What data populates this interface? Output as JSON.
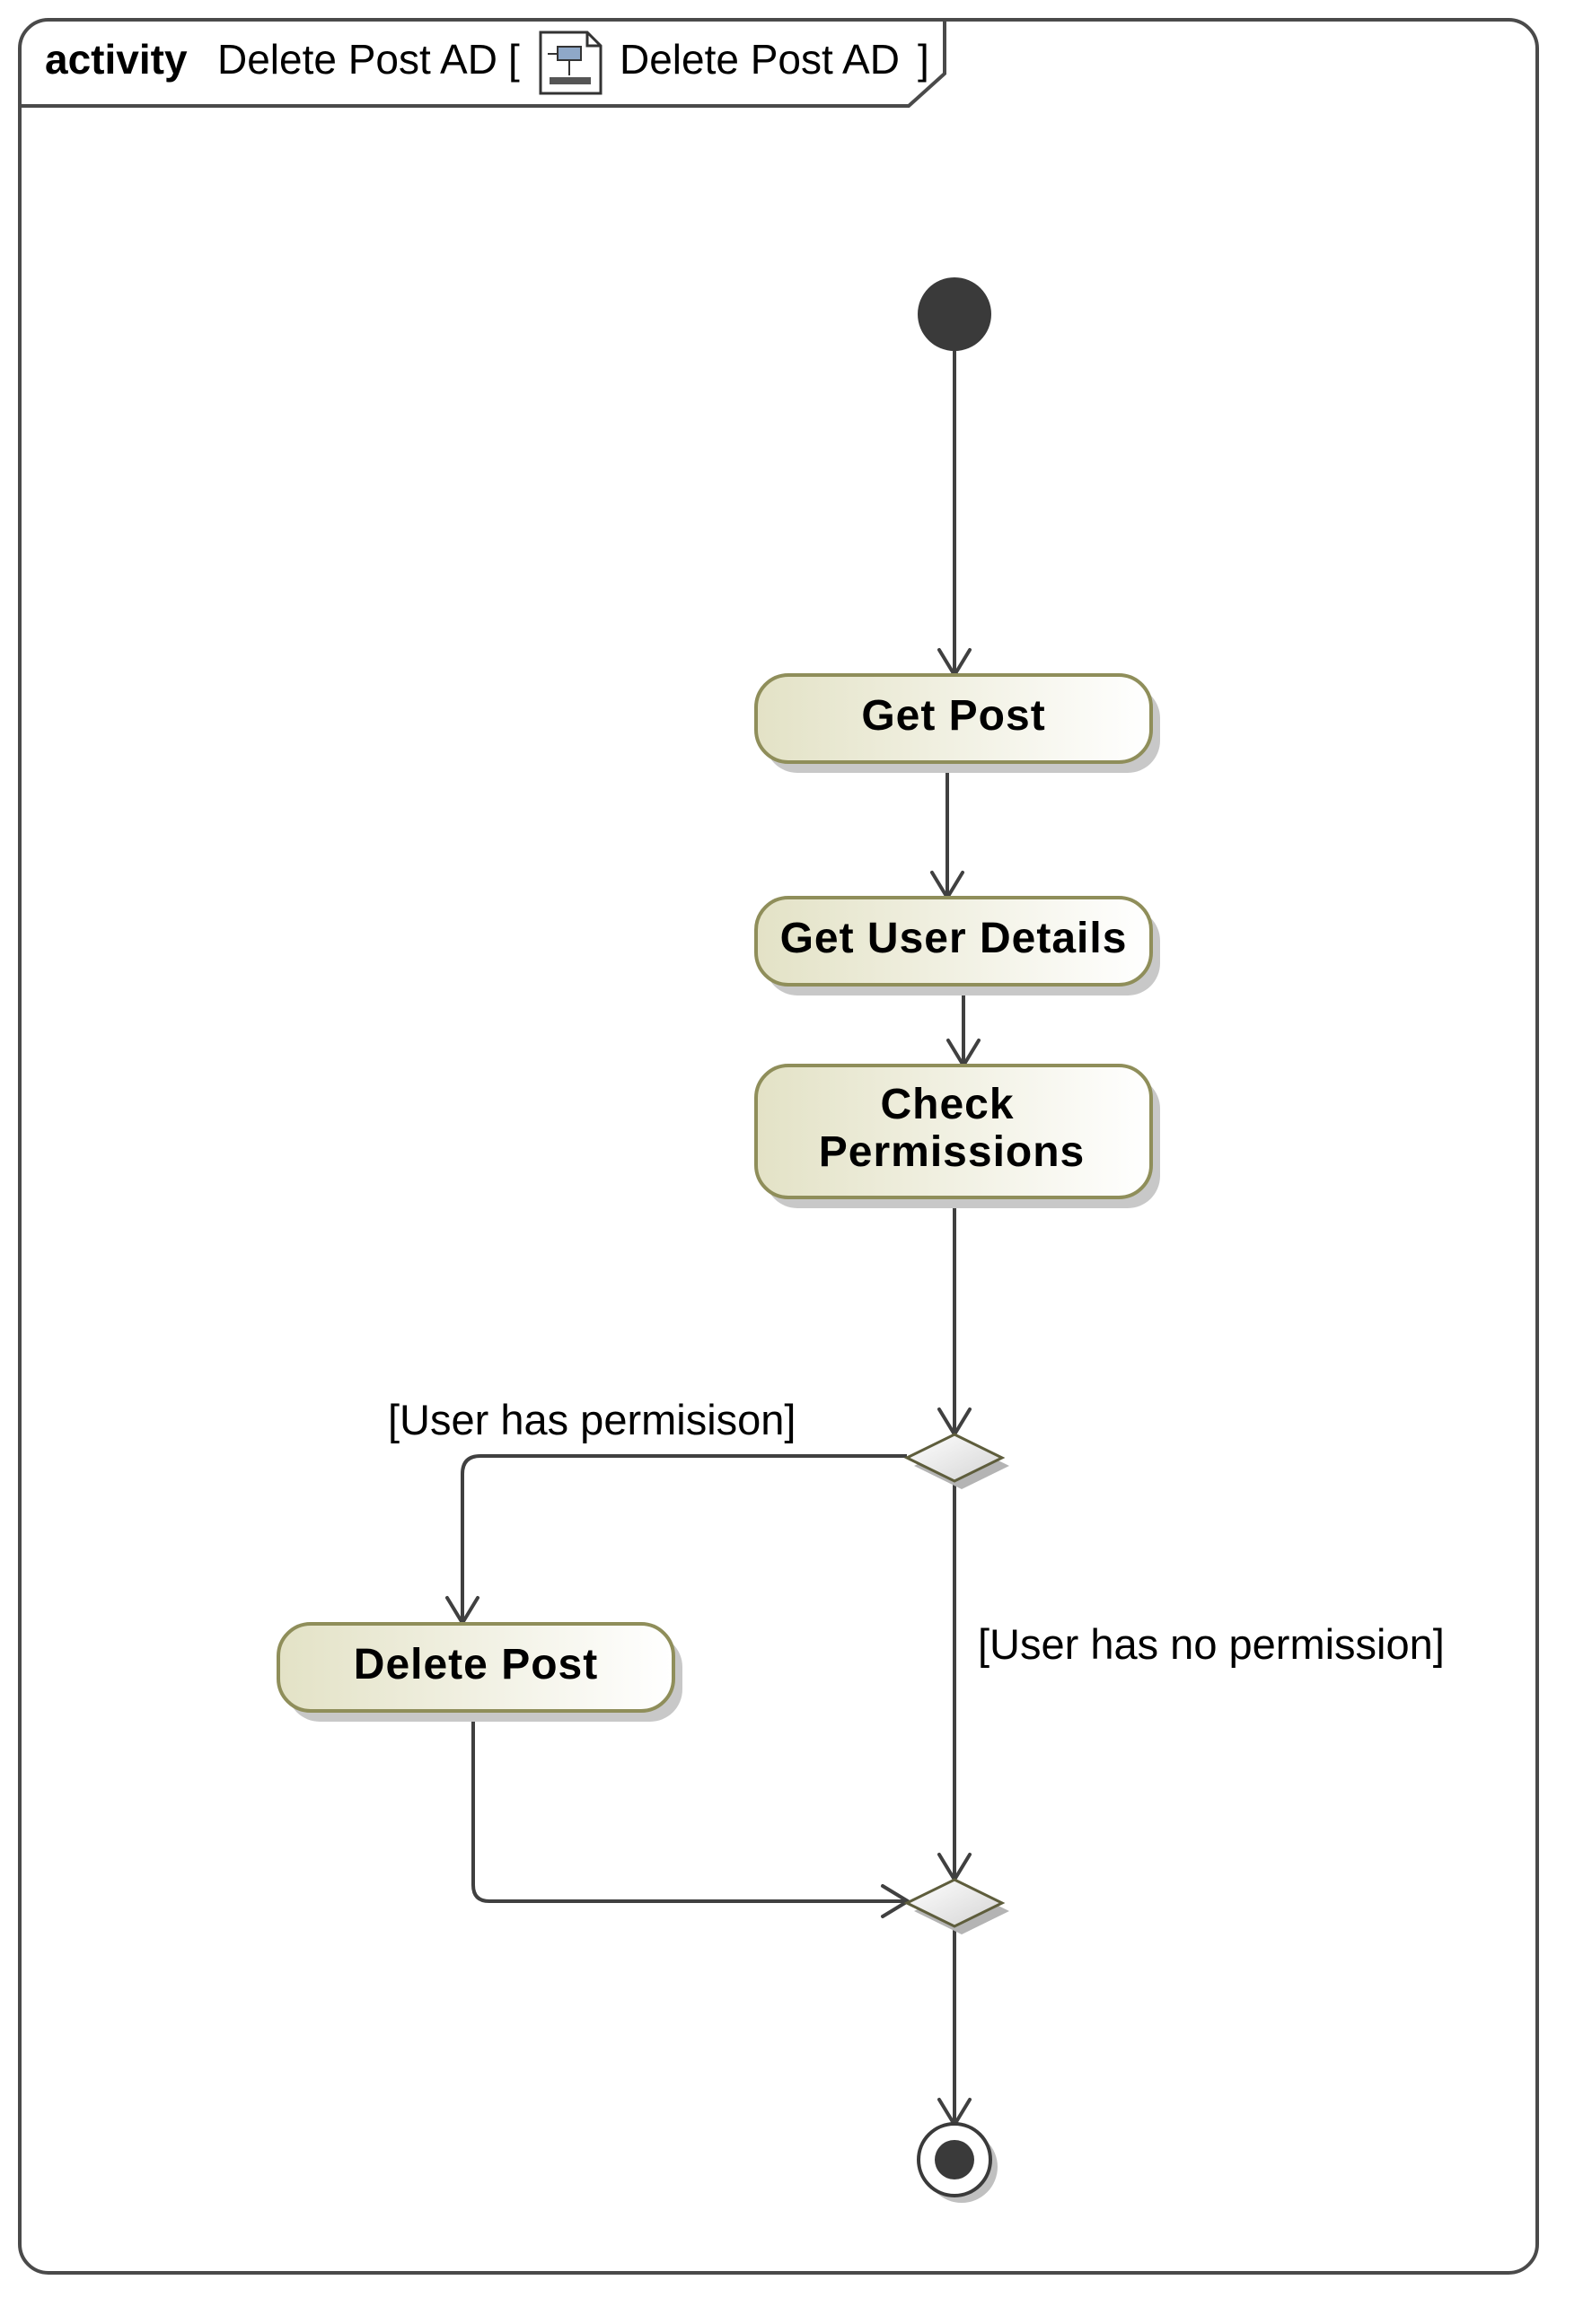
{
  "frame": {
    "keyword": "activity",
    "name": "Delete Post AD",
    "bracket_open": "[",
    "diagram_ref": "Delete Post AD",
    "bracket_close": "]"
  },
  "actions": {
    "get_post": "Get Post",
    "get_user_details": "Get User Details",
    "check_permissions_line1": "Check",
    "check_permissions_line2": "Permissions",
    "delete_post": "Delete Post"
  },
  "guards": {
    "has_permission": "[User has permisison]",
    "no_permission": "[User has no permission]"
  },
  "colors": {
    "frame_stroke": "#4a4a4a",
    "action_fill_light": "#ffffff",
    "action_fill_dark": "#e3e2c6",
    "action_stroke": "#8f8e5a",
    "shadow": "#c8c8c8",
    "node_fill": "#3a3a3a",
    "edge": "#404040"
  }
}
